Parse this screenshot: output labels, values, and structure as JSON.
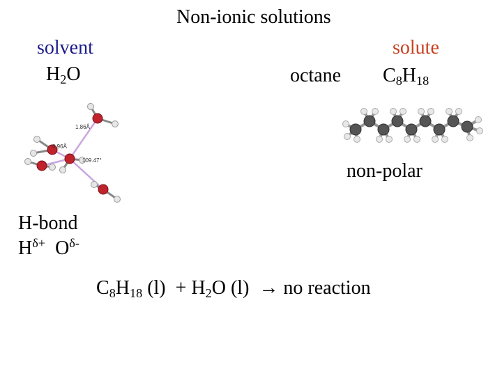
{
  "title": "Non-ionic solutions",
  "solvent": {
    "label": "solvent",
    "formula_main": "H",
    "formula_sub": "2",
    "formula_end": "O"
  },
  "solute": {
    "label": "solute",
    "name": "octane",
    "formula_c": "C",
    "formula_c_sub": "8",
    "formula_h": "H",
    "formula_h_sub": "18",
    "property": "non-polar"
  },
  "water_model": {
    "labels": {
      "hbond_length": "1.86Å",
      "oh_length": "0.96Å",
      "angle": "109.47°"
    }
  },
  "hbond": {
    "label": "H-bond",
    "h_symbol": "H",
    "h_charge": "δ+",
    "o_symbol": "O",
    "o_charge": "δ-"
  },
  "equation": {
    "c": "C",
    "c_sub": "8",
    "h": "H",
    "h_sub": "18",
    "phase1": " (l)  + ",
    "h2": "H",
    "h2_sub": "2",
    "o": "O",
    "phase2": " (l)  ",
    "arrow": "→",
    "result": " no reaction"
  },
  "colors": {
    "solvent_label": "#1a1a8c",
    "solute_label": "#c8401e",
    "oxygen": "#c0232b",
    "hydrogen": "#e6e6e6",
    "carbon": "#555555",
    "hbond_line": "#c9a7e0"
  }
}
